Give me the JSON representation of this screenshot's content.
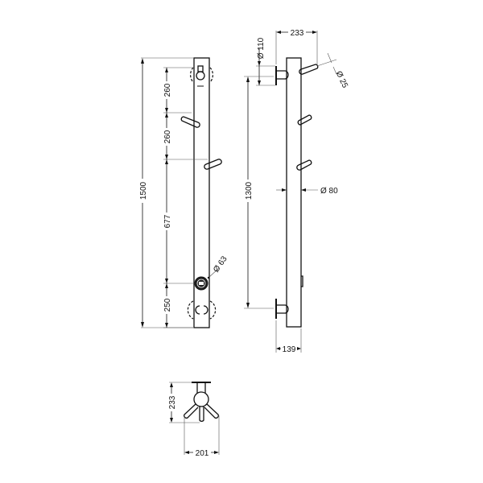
{
  "drawing": {
    "type": "technical-drawing",
    "subject": "vertical heated towel rail / bar with hooks",
    "front_view": {
      "dimensions": {
        "total_height": "1500",
        "hook_spacing_1": "260",
        "hook_spacing_2": "260",
        "middle_span": "677",
        "bottom_span": "250",
        "knob_diameter": "Ø 63"
      }
    },
    "side_view": {
      "dimensions": {
        "projection": "233",
        "wall_flange_diameter": "Ø 110",
        "hook_diameter": "Ø 25",
        "mount_spacing": "1300",
        "tube_diameter": "Ø 80",
        "depth": "139"
      }
    },
    "top_view": {
      "dimensions": {
        "depth": "233",
        "width": "201"
      }
    }
  }
}
